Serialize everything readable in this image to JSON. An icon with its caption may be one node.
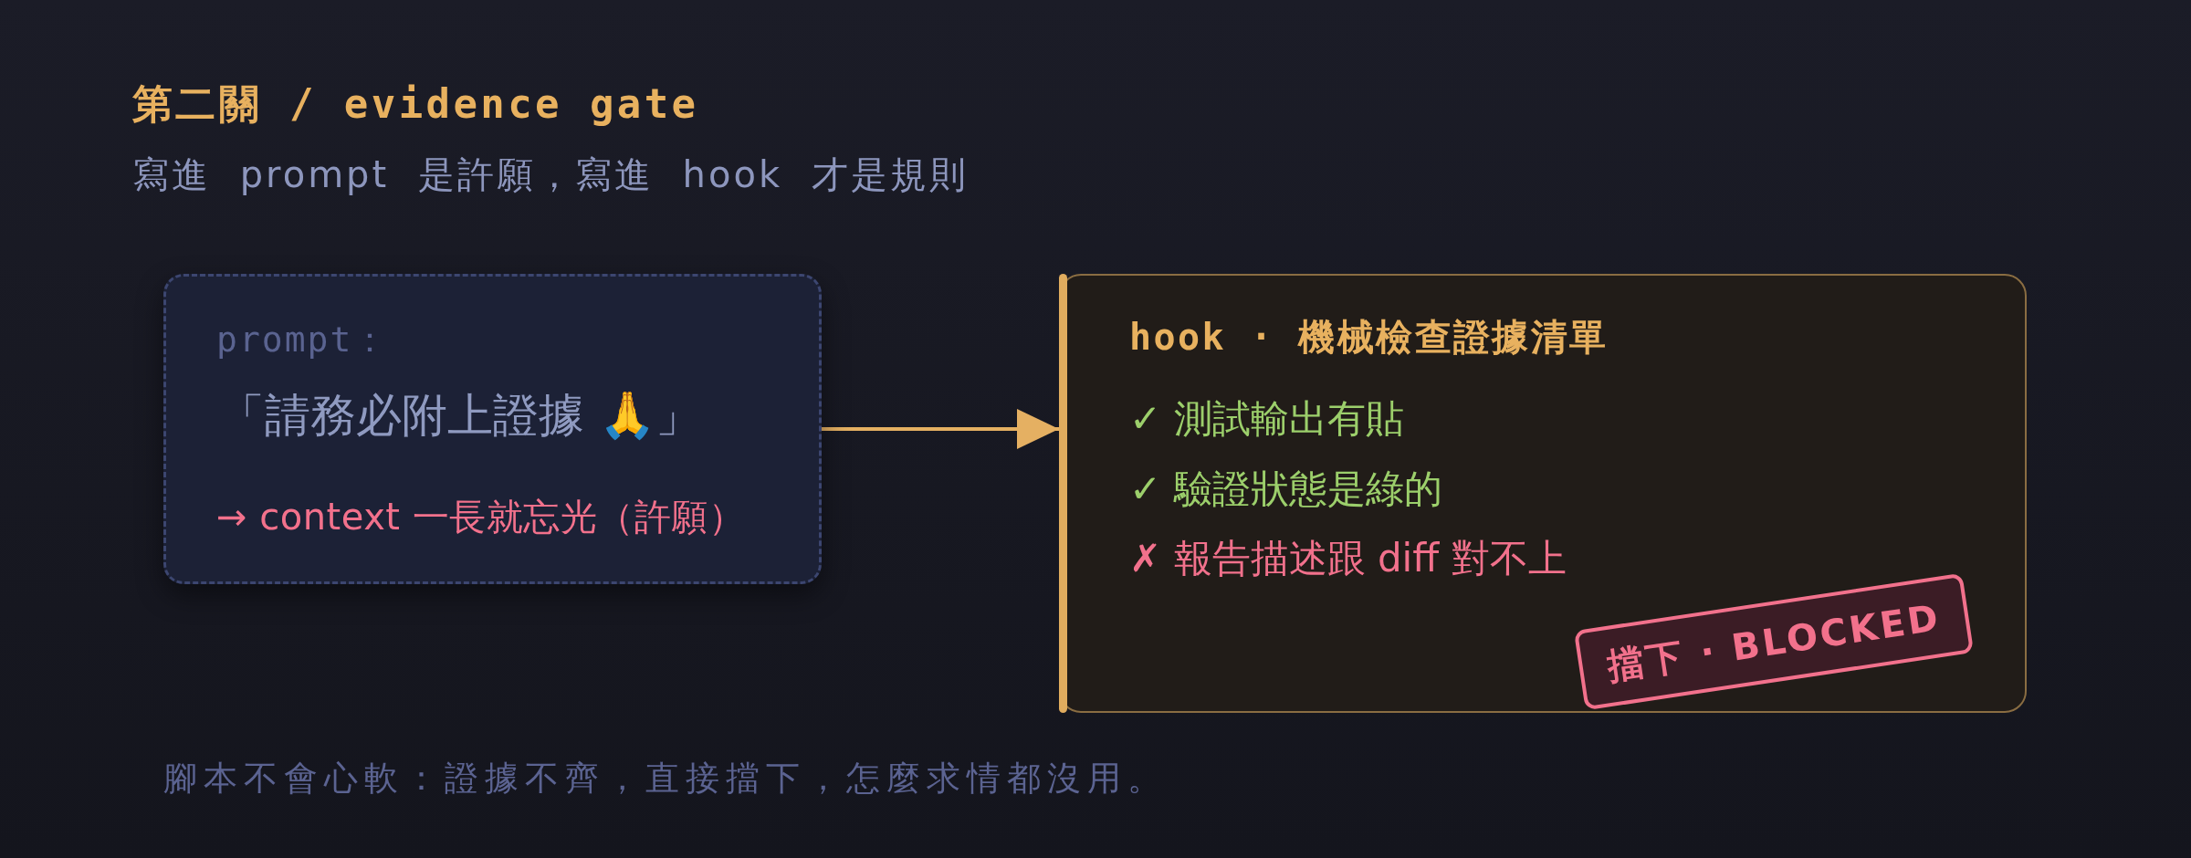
{
  "diagram": {
    "title": "第二關 / evidence gate",
    "caption": "腳本不會心軟：證據不齊，直接擋下，怎麼求情都沒用。",
    "nodes": [
      {
        "text": [
          "prompt：",
          "「請務必附上證據 🙏」",
          "→ context 一長就忘光（許願）"
        ]
      },
      {
        "text": [
          "hook · 機械檢查證據清單",
          "✓ 測試輸出有貼",
          "✓ 驗證狀態是綠的",
          "✗ 報告描述跟 diff 對不上"
        ]
      },
      {
        "text": [
          "擋下 · BLOCKED"
        ],
        "in": 1
      }
    ],
    "edges": [
      {
        "from": 0,
        "to": 1,
        "arrow": "to"
      }
    ],
    "labels": [
      "寫進 prompt 是許願，寫進 hook 才是規則"
    ]
  }
}
